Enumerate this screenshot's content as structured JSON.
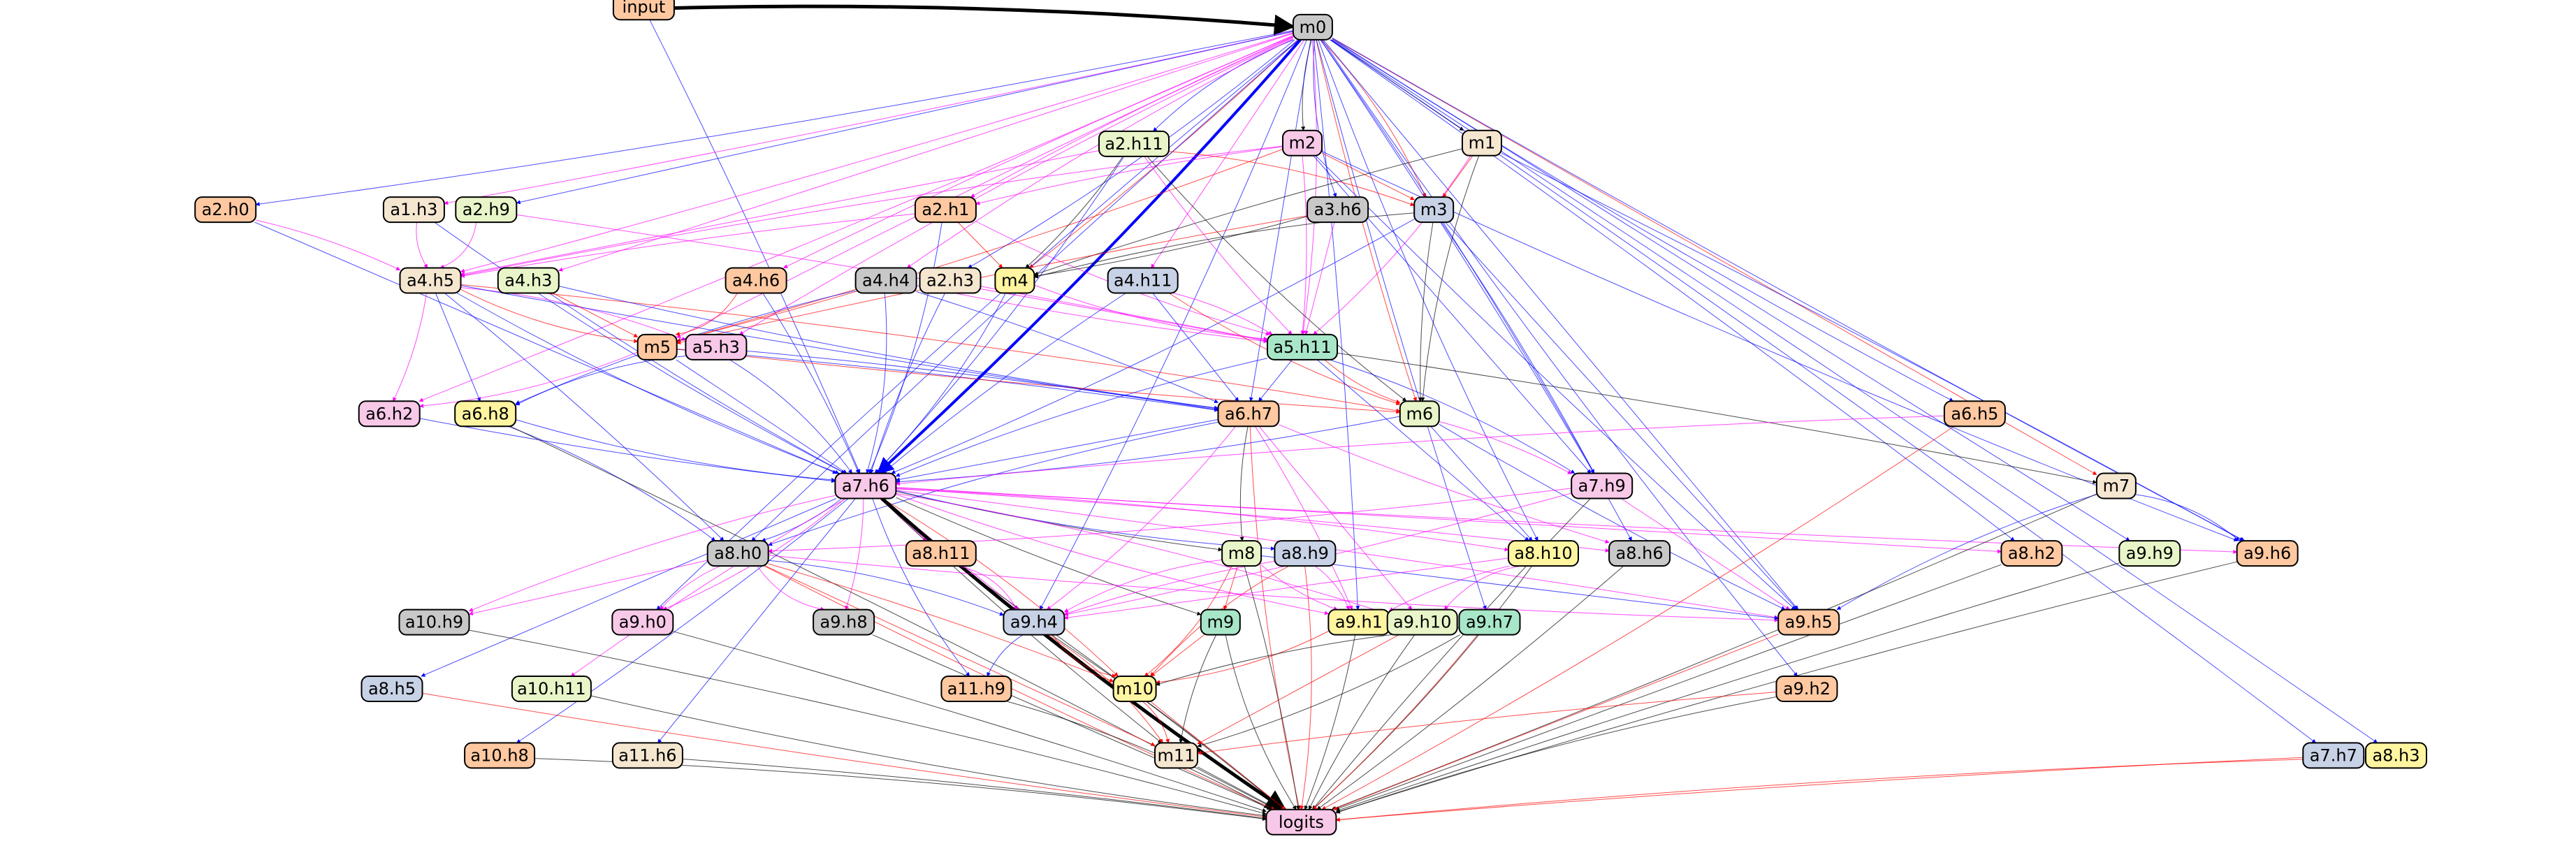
{
  "colors": {
    "blue": "#0000ff",
    "red": "#ff0000",
    "magenta": "#ff00ff",
    "black": "#000000",
    "peach": "#ffc8a0",
    "gray": "#c8c8c8",
    "pink": "#f8c8e8",
    "cream": "#f5e6d0",
    "lime": "#e8f5c8",
    "slate": "#c8d2e6",
    "yellow": "#fff5a0",
    "mint": "#a8e6c8"
  },
  "nodes": [
    {
      "id": "input",
      "label": "input",
      "color": "peach"
    },
    {
      "id": "m0",
      "label": "m0",
      "color": "gray"
    },
    {
      "id": "m1",
      "label": "m1",
      "color": "cream"
    },
    {
      "id": "m2",
      "label": "m2",
      "color": "pink"
    },
    {
      "id": "a2.h11",
      "label": "a2.h11",
      "color": "lime"
    },
    {
      "id": "a2.h0",
      "label": "a2.h0",
      "color": "peach"
    },
    {
      "id": "a1.h3",
      "label": "a1.h3",
      "color": "cream"
    },
    {
      "id": "a2.h9",
      "label": "a2.h9",
      "color": "lime"
    },
    {
      "id": "a2.h1",
      "label": "a2.h1",
      "color": "peach"
    },
    {
      "id": "a3.h6",
      "label": "a3.h6",
      "color": "gray"
    },
    {
      "id": "m3",
      "label": "m3",
      "color": "slate"
    },
    {
      "id": "a4.h5",
      "label": "a4.h5",
      "color": "cream"
    },
    {
      "id": "a4.h3",
      "label": "a4.h3",
      "color": "lime"
    },
    {
      "id": "a4.h6",
      "label": "a4.h6",
      "color": "peach"
    },
    {
      "id": "a4.h4",
      "label": "a4.h4",
      "color": "gray"
    },
    {
      "id": "a2.h3",
      "label": "a2.h3",
      "color": "cream"
    },
    {
      "id": "m4",
      "label": "m4",
      "color": "yellow"
    },
    {
      "id": "a4.h11",
      "label": "a4.h11",
      "color": "slate"
    },
    {
      "id": "m5",
      "label": "m5",
      "color": "peach"
    },
    {
      "id": "a5.h3",
      "label": "a5.h3",
      "color": "pink"
    },
    {
      "id": "a5.h11",
      "label": "a5.h11",
      "color": "mint"
    },
    {
      "id": "a6.h2",
      "label": "a6.h2",
      "color": "pink"
    },
    {
      "id": "a6.h8",
      "label": "a6.h8",
      "color": "yellow"
    },
    {
      "id": "a6.h7",
      "label": "a6.h7",
      "color": "peach"
    },
    {
      "id": "m6",
      "label": "m6",
      "color": "lime"
    },
    {
      "id": "a6.h5",
      "label": "a6.h5",
      "color": "peach"
    },
    {
      "id": "a7.h6",
      "label": "a7.h6",
      "color": "pink"
    },
    {
      "id": "a7.h9",
      "label": "a7.h9",
      "color": "pink"
    },
    {
      "id": "m7",
      "label": "m7",
      "color": "cream"
    },
    {
      "id": "a8.h0",
      "label": "a8.h0",
      "color": "gray"
    },
    {
      "id": "a8.h11",
      "label": "a8.h11",
      "color": "peach"
    },
    {
      "id": "m8",
      "label": "m8",
      "color": "lime"
    },
    {
      "id": "a8.h9",
      "label": "a8.h9",
      "color": "slate"
    },
    {
      "id": "a8.h10",
      "label": "a8.h10",
      "color": "yellow"
    },
    {
      "id": "a8.h6",
      "label": "a8.h6",
      "color": "gray"
    },
    {
      "id": "a8.h2",
      "label": "a8.h2",
      "color": "peach"
    },
    {
      "id": "a9.h9",
      "label": "a9.h9",
      "color": "lime"
    },
    {
      "id": "a9.h6",
      "label": "a9.h6",
      "color": "peach"
    },
    {
      "id": "a10.h9",
      "label": "a10.h9",
      "color": "gray"
    },
    {
      "id": "a9.h0",
      "label": "a9.h0",
      "color": "pink"
    },
    {
      "id": "a9.h8",
      "label": "a9.h8",
      "color": "gray"
    },
    {
      "id": "a9.h4",
      "label": "a9.h4",
      "color": "slate"
    },
    {
      "id": "m9",
      "label": "m9",
      "color": "mint"
    },
    {
      "id": "a9.h1",
      "label": "a9.h1",
      "color": "yellow"
    },
    {
      "id": "a9.h10",
      "label": "a9.h10",
      "color": "lime"
    },
    {
      "id": "a9.h7",
      "label": "a9.h7",
      "color": "mint"
    },
    {
      "id": "a9.h5",
      "label": "a9.h5",
      "color": "peach"
    },
    {
      "id": "a8.h5",
      "label": "a8.h5",
      "color": "slate"
    },
    {
      "id": "a10.h11",
      "label": "a10.h11",
      "color": "lime"
    },
    {
      "id": "a11.h9",
      "label": "a11.h9",
      "color": "peach"
    },
    {
      "id": "m10",
      "label": "m10",
      "color": "yellow"
    },
    {
      "id": "a9.h2",
      "label": "a9.h2",
      "color": "peach"
    },
    {
      "id": "a10.h8",
      "label": "a10.h8",
      "color": "peach"
    },
    {
      "id": "a11.h6",
      "label": "a11.h6",
      "color": "cream"
    },
    {
      "id": "m11",
      "label": "m11",
      "color": "cream"
    },
    {
      "id": "a7.h7",
      "label": "a7.h7",
      "color": "slate"
    },
    {
      "id": "a8.h3",
      "label": "a8.h3",
      "color": "yellow"
    },
    {
      "id": "logits",
      "label": "logits",
      "color": "pink"
    }
  ],
  "edges": [
    [
      "input",
      "m0",
      "black",
      5
    ],
    [
      "input",
      "a7.h6",
      "blue",
      1
    ],
    [
      "m0",
      "m1",
      "black",
      1
    ],
    [
      "m0",
      "m2",
      "black",
      1
    ],
    [
      "m0",
      "a2.h11",
      "blue",
      1
    ],
    [
      "m0",
      "a2.h0",
      "blue",
      1
    ],
    [
      "m0",
      "a1.h3",
      "magenta",
      1
    ],
    [
      "m0",
      "a2.h9",
      "blue",
      1
    ],
    [
      "m0",
      "a2.h1",
      "magenta",
      1
    ],
    [
      "m0",
      "a3.h6",
      "blue",
      1
    ],
    [
      "m0",
      "m3",
      "red",
      1
    ],
    [
      "m0",
      "a4.h5",
      "magenta",
      1
    ],
    [
      "m0",
      "a4.h3",
      "magenta",
      1
    ],
    [
      "m0",
      "a4.h6",
      "magenta",
      1
    ],
    [
      "m0",
      "a4.h4",
      "magenta",
      1
    ],
    [
      "m0",
      "a2.h3",
      "blue",
      1
    ],
    [
      "m0",
      "m4",
      "red",
      1
    ],
    [
      "m0",
      "a4.h11",
      "magenta",
      1
    ],
    [
      "m0",
      "m5",
      "magenta",
      1
    ],
    [
      "m0",
      "a5.h3",
      "magenta",
      1
    ],
    [
      "m0",
      "a5.h11",
      "magenta",
      1
    ],
    [
      "m0",
      "a6.h2",
      "magenta",
      1
    ],
    [
      "m0",
      "a6.h7",
      "blue",
      1
    ],
    [
      "m0",
      "m6",
      "red",
      1
    ],
    [
      "m0",
      "a6.h5",
      "blue",
      1
    ],
    [
      "m0",
      "a7.h6",
      "blue",
      4
    ],
    [
      "m0",
      "a7.h9",
      "blue",
      1
    ],
    [
      "m0",
      "m7",
      "red",
      1
    ],
    [
      "m0",
      "a8.h0",
      "blue",
      1
    ],
    [
      "m0",
      "a8.h10",
      "blue",
      1
    ],
    [
      "m0",
      "a8.h6",
      "blue",
      1
    ],
    [
      "m0",
      "a8.h2",
      "blue",
      1
    ],
    [
      "m0",
      "a9.h9",
      "blue",
      1
    ],
    [
      "m0",
      "a9.h6",
      "blue",
      1
    ],
    [
      "m0",
      "a9.h0",
      "blue",
      1
    ],
    [
      "m0",
      "a9.h4",
      "blue",
      1
    ],
    [
      "m0",
      "a9.h1",
      "blue",
      1
    ],
    [
      "m0",
      "a9.h5",
      "blue",
      1
    ],
    [
      "m0",
      "a9.h7",
      "blue",
      1
    ],
    [
      "m0",
      "a9.h2",
      "blue",
      1
    ],
    [
      "m0",
      "a7.h7",
      "blue",
      1
    ],
    [
      "m0",
      "a8.h3",
      "blue",
      1
    ],
    [
      "m1",
      "m3",
      "red",
      1
    ],
    [
      "m1",
      "m4",
      "black",
      1
    ],
    [
      "m1",
      "m6",
      "black",
      1
    ],
    [
      "m1",
      "a5.h11",
      "magenta",
      1
    ],
    [
      "m1",
      "a9.h6",
      "blue",
      1
    ],
    [
      "m2",
      "m3",
      "red",
      1
    ],
    [
      "m2",
      "a2.h1",
      "magenta",
      1
    ],
    [
      "m2",
      "a4.h5",
      "magenta",
      1
    ],
    [
      "m2",
      "m5",
      "red",
      1
    ],
    [
      "m2",
      "a5.h11",
      "magenta",
      1
    ],
    [
      "m2",
      "a7.h9",
      "blue",
      1
    ],
    [
      "m2",
      "a9.h5",
      "blue",
      1
    ],
    [
      "m2",
      "a9.h6",
      "blue",
      1
    ],
    [
      "a2.h11",
      "m3",
      "red",
      1
    ],
    [
      "a2.h11",
      "m4",
      "black",
      1
    ],
    [
      "a2.h11",
      "a4.h5",
      "magenta",
      1
    ],
    [
      "a2.h11",
      "a5.h11",
      "magenta",
      1
    ],
    [
      "a2.h11",
      "m6",
      "black",
      1
    ],
    [
      "a2.h11",
      "a7.h6",
      "blue",
      1
    ],
    [
      "a2.h0",
      "a4.h5",
      "magenta",
      1
    ],
    [
      "a2.h0",
      "a7.h6",
      "blue",
      1
    ],
    [
      "a1.h3",
      "a4.h5",
      "magenta",
      1
    ],
    [
      "a1.h3",
      "a7.h6",
      "blue",
      1
    ],
    [
      "a2.h9",
      "a4.h5",
      "magenta",
      1
    ],
    [
      "a2.h9",
      "a5.h11",
      "magenta",
      1
    ],
    [
      "a2.h1",
      "m4",
      "red",
      1
    ],
    [
      "a2.h1",
      "a4.h5",
      "magenta",
      1
    ],
    [
      "a2.h1",
      "a5.h11",
      "magenta",
      1
    ],
    [
      "a2.h1",
      "a7.h6",
      "blue",
      1
    ],
    [
      "a3.h6",
      "m4",
      "black",
      1
    ],
    [
      "a3.h6",
      "a5.h11",
      "magenta",
      1
    ],
    [
      "a3.h6",
      "m5",
      "red",
      1
    ],
    [
      "m3",
      "m4",
      "black",
      1
    ],
    [
      "m3",
      "a7.h6",
      "blue",
      1
    ],
    [
      "m3",
      "a7.h9",
      "blue",
      1
    ],
    [
      "m3",
      "a9.h5",
      "blue",
      1
    ],
    [
      "m3",
      "m6",
      "black",
      1
    ],
    [
      "a4.h5",
      "m5",
      "red",
      1
    ],
    [
      "a4.h5",
      "a5.h3",
      "magenta",
      1
    ],
    [
      "a4.h5",
      "a6.h2",
      "magenta",
      1
    ],
    [
      "a4.h5",
      "a6.h8",
      "blue",
      1
    ],
    [
      "a4.h5",
      "a6.h7",
      "blue",
      1
    ],
    [
      "a4.h5",
      "a7.h6",
      "blue",
      1
    ],
    [
      "a4.h5",
      "m6",
      "red",
      1
    ],
    [
      "a4.h5",
      "a8.h0",
      "blue",
      1
    ],
    [
      "a4.h3",
      "m5",
      "red",
      1
    ],
    [
      "a4.h3",
      "a7.h6",
      "blue",
      1
    ],
    [
      "a4.h3",
      "a6.h7",
      "blue",
      1
    ],
    [
      "a4.h6",
      "m5",
      "red",
      1
    ],
    [
      "a4.h6",
      "a7.h6",
      "blue",
      1
    ],
    [
      "a4.h4",
      "m5",
      "red",
      1
    ],
    [
      "a4.h4",
      "a5.h11",
      "magenta",
      1
    ],
    [
      "a4.h4",
      "a6.h8",
      "blue",
      1
    ],
    [
      "a4.h4",
      "a7.h6",
      "blue",
      1
    ],
    [
      "a4.h4",
      "a6.h7",
      "blue",
      1
    ],
    [
      "a2.h3",
      "a5.h11",
      "magenta",
      1
    ],
    [
      "a2.h3",
      "a7.h6",
      "blue",
      1
    ],
    [
      "m4",
      "a5.h11",
      "magenta",
      1
    ],
    [
      "m4",
      "a7.h6",
      "blue",
      1
    ],
    [
      "a4.h11",
      "a5.h11",
      "magenta",
      1
    ],
    [
      "a4.h11",
      "a6.h7",
      "blue",
      1
    ],
    [
      "a4.h11",
      "a7.h6",
      "blue",
      1
    ],
    [
      "a4.h11",
      "m6",
      "red",
      1
    ],
    [
      "m5",
      "a6.h2",
      "magenta",
      1
    ],
    [
      "m5",
      "a6.h7",
      "blue",
      1
    ],
    [
      "m5",
      "a7.h6",
      "blue",
      1
    ],
    [
      "m5",
      "m6",
      "red",
      1
    ],
    [
      "a5.h3",
      "a6.h8",
      "blue",
      1
    ],
    [
      "a5.h3",
      "a7.h6",
      "blue",
      1
    ],
    [
      "a5.h3",
      "a6.h7",
      "blue",
      1
    ],
    [
      "a5.h11",
      "a6.h7",
      "blue",
      1
    ],
    [
      "a5.h11",
      "m6",
      "red",
      1
    ],
    [
      "a5.h11",
      "a7.h6",
      "blue",
      1
    ],
    [
      "a5.h11",
      "a7.h9",
      "blue",
      1
    ],
    [
      "a5.h11",
      "m7",
      "black",
      1
    ],
    [
      "a5.h11",
      "a8.h10",
      "blue",
      1
    ],
    [
      "a6.h2",
      "a7.h6",
      "blue",
      1
    ],
    [
      "a6.h8",
      "a7.h6",
      "blue",
      1
    ],
    [
      "a6.h8",
      "a8.h0",
      "blue",
      1
    ],
    [
      "a6.h8",
      "logits",
      "black",
      1
    ],
    [
      "a6.h7",
      "a7.h6",
      "blue",
      1
    ],
    [
      "a6.h7",
      "m8",
      "black",
      1
    ],
    [
      "a6.h7",
      "a8.h0",
      "blue",
      1
    ],
    [
      "a6.h7",
      "a9.h4",
      "magenta",
      1
    ],
    [
      "a6.h7",
      "a9.h1",
      "magenta",
      1
    ],
    [
      "a6.h7",
      "a9.h10",
      "magenta",
      1
    ],
    [
      "a6.h7",
      "a8.h6",
      "magenta",
      1
    ],
    [
      "a6.h7",
      "logits",
      "red",
      1
    ],
    [
      "m6",
      "a7.h6",
      "blue",
      1
    ],
    [
      "m6",
      "a7.h9",
      "magenta",
      1
    ],
    [
      "m6",
      "a8.h10",
      "blue",
      1
    ],
    [
      "m6",
      "a9.h5",
      "blue",
      1
    ],
    [
      "a6.h5",
      "a7.h6",
      "magenta",
      1
    ],
    [
      "a6.h5",
      "logits",
      "red",
      1
    ],
    [
      "a7.h6",
      "a8.h0",
      "blue",
      1
    ],
    [
      "a7.h6",
      "a8.h11",
      "magenta",
      1
    ],
    [
      "a7.h6",
      "m8",
      "black",
      1
    ],
    [
      "a7.h6",
      "a8.h9",
      "blue",
      1
    ],
    [
      "a7.h6",
      "a8.h10",
      "magenta",
      1
    ],
    [
      "a7.h6",
      "a8.h6",
      "magenta",
      1
    ],
    [
      "a7.h6",
      "a8.h2",
      "magenta",
      1
    ],
    [
      "a7.h6",
      "a9.h6",
      "magenta",
      1
    ],
    [
      "a7.h6",
      "a10.h9",
      "magenta",
      1
    ],
    [
      "a7.h6",
      "a9.h0",
      "magenta",
      1
    ],
    [
      "a7.h6",
      "a9.h8",
      "magenta",
      1
    ],
    [
      "a7.h6",
      "a9.h4",
      "magenta",
      1
    ],
    [
      "a7.h6",
      "m9",
      "black",
      1
    ],
    [
      "a7.h6",
      "a9.h1",
      "magenta",
      1
    ],
    [
      "a7.h6",
      "a9.h10",
      "magenta",
      1
    ],
    [
      "a7.h6",
      "a9.h5",
      "magenta",
      1
    ],
    [
      "a7.h6",
      "a8.h5",
      "blue",
      1
    ],
    [
      "a7.h6",
      "a10.h11",
      "magenta",
      1
    ],
    [
      "a7.h6",
      "a11.h9",
      "blue",
      1
    ],
    [
      "a7.h6",
      "m10",
      "red",
      1
    ],
    [
      "a7.h6",
      "a10.h8",
      "blue",
      1
    ],
    [
      "a7.h6",
      "a11.h6",
      "blue",
      1
    ],
    [
      "a7.h6",
      "m11",
      "black",
      1
    ],
    [
      "a7.h6",
      "logits",
      "black",
      5
    ],
    [
      "a7.h9",
      "a8.h0",
      "magenta",
      1
    ],
    [
      "a7.h9",
      "a9.h4",
      "magenta",
      1
    ],
    [
      "a7.h9",
      "a9.h5",
      "magenta",
      1
    ],
    [
      "a7.h9",
      "logits",
      "black",
      1
    ],
    [
      "m7",
      "a9.h5",
      "blue",
      1
    ],
    [
      "m7",
      "a9.h6",
      "blue",
      1
    ],
    [
      "m7",
      "logits",
      "black",
      1
    ],
    [
      "a8.h0",
      "a10.h9",
      "magenta",
      1
    ],
    [
      "a8.h0",
      "a9.h0",
      "magenta",
      1
    ],
    [
      "a8.h0",
      "a9.h8",
      "magenta",
      1
    ],
    [
      "a8.h0",
      "a9.h4",
      "blue",
      1
    ],
    [
      "a8.h0",
      "m10",
      "red",
      1
    ],
    [
      "a8.h0",
      "m11",
      "red",
      1
    ],
    [
      "a8.h0",
      "logits",
      "red",
      1
    ],
    [
      "a8.h0",
      "a9.h5",
      "magenta",
      1
    ],
    [
      "a8.h11",
      "a9.h4",
      "magenta",
      1
    ],
    [
      "a8.h11",
      "logits",
      "black",
      1
    ],
    [
      "m8",
      "m9",
      "red",
      1
    ],
    [
      "m8",
      "a9.h1",
      "magenta",
      1
    ],
    [
      "m8",
      "a9.h4",
      "magenta",
      1
    ],
    [
      "m8",
      "m10",
      "red",
      1
    ],
    [
      "m8",
      "logits",
      "black",
      1
    ],
    [
      "m8",
      "a9.h5",
      "blue",
      1
    ],
    [
      "a8.h9",
      "a9.h4",
      "magenta",
      1
    ],
    [
      "a8.h9",
      "m10",
      "red",
      1
    ],
    [
      "a8.h9",
      "logits",
      "red",
      1
    ],
    [
      "a8.h9",
      "a9.h1",
      "magenta",
      1
    ],
    [
      "a8.h10",
      "a9.h4",
      "magenta",
      1
    ],
    [
      "a8.h10",
      "a9.h1",
      "magenta",
      1
    ],
    [
      "a8.h10",
      "a9.h10",
      "magenta",
      1
    ],
    [
      "a8.h10",
      "logits",
      "black",
      1
    ],
    [
      "a8.h6",
      "logits",
      "black",
      1
    ],
    [
      "a8.h2",
      "logits",
      "black",
      1
    ],
    [
      "a9.h9",
      "logits",
      "black",
      1
    ],
    [
      "a9.h6",
      "logits",
      "black",
      1
    ],
    [
      "a10.h9",
      "logits",
      "black",
      1
    ],
    [
      "a9.h0",
      "logits",
      "black",
      1
    ],
    [
      "a9.h8",
      "logits",
      "black",
      1
    ],
    [
      "a9.h4",
      "a11.h9",
      "blue",
      1
    ],
    [
      "a9.h4",
      "m10",
      "red",
      1
    ],
    [
      "a9.h4",
      "m11",
      "red",
      1
    ],
    [
      "a9.h4",
      "logits",
      "black",
      1
    ],
    [
      "m9",
      "m10",
      "red",
      1
    ],
    [
      "m9",
      "m11",
      "black",
      1
    ],
    [
      "m9",
      "logits",
      "black",
      1
    ],
    [
      "a9.h1",
      "m10",
      "red",
      1
    ],
    [
      "a9.h1",
      "logits",
      "black",
      1
    ],
    [
      "a9.h10",
      "m11",
      "red",
      1
    ],
    [
      "a9.h10",
      "logits",
      "black",
      1
    ],
    [
      "a9.h7",
      "m10",
      "black",
      1
    ],
    [
      "a9.h7",
      "m11",
      "black",
      1
    ],
    [
      "a9.h7",
      "logits",
      "red",
      1
    ],
    [
      "a9.h5",
      "logits",
      "red",
      1
    ],
    [
      "a8.h5",
      "logits",
      "red",
      1
    ],
    [
      "a10.h11",
      "logits",
      "black",
      1
    ],
    [
      "a11.h9",
      "logits",
      "black",
      1
    ],
    [
      "m10",
      "m11",
      "red",
      1
    ],
    [
      "m10",
      "logits",
      "red",
      1
    ],
    [
      "a9.h2",
      "m11",
      "red",
      1
    ],
    [
      "a9.h2",
      "logits",
      "black",
      1
    ],
    [
      "a10.h8",
      "logits",
      "black",
      1
    ],
    [
      "a11.h6",
      "logits",
      "black",
      1
    ],
    [
      "m11",
      "logits",
      "black",
      1
    ],
    [
      "a7.h7",
      "logits",
      "red",
      1
    ],
    [
      "a8.h3",
      "logits",
      "red",
      1
    ]
  ]
}
